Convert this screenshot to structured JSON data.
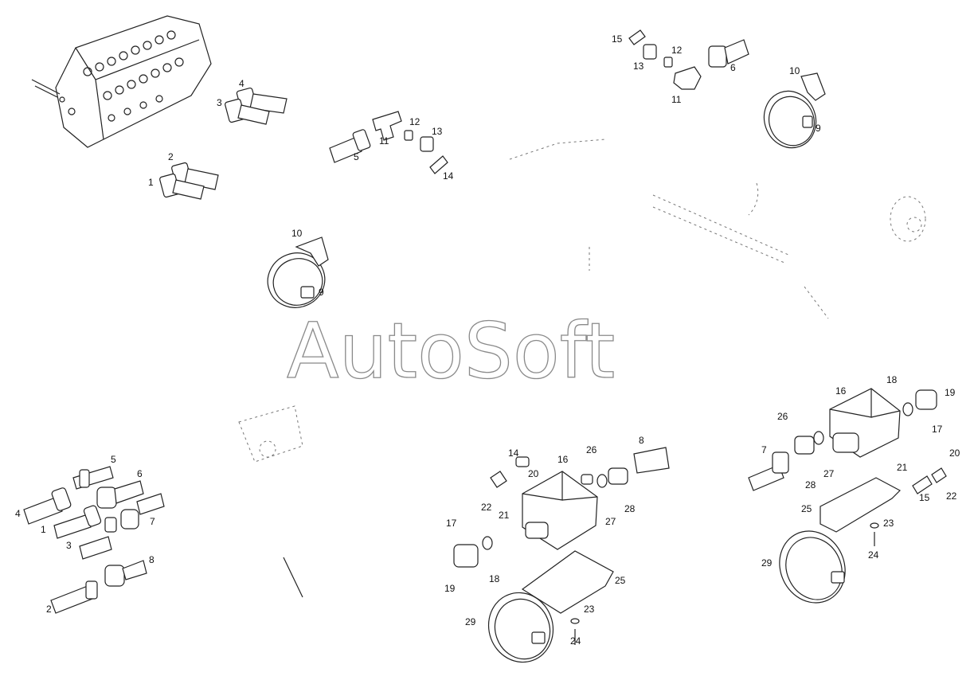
{
  "watermark": "AutoSoft",
  "callouts": [
    {
      "id": "c-tl-4",
      "text": "4"
    },
    {
      "id": "c-tl-3",
      "text": "3"
    },
    {
      "id": "c-tl-2",
      "text": "2"
    },
    {
      "id": "c-tl-1",
      "text": "1"
    },
    {
      "id": "c-tc-5",
      "text": "5"
    },
    {
      "id": "c-tc-11",
      "text": "11"
    },
    {
      "id": "c-tc-12",
      "text": "12"
    },
    {
      "id": "c-tc-13",
      "text": "13"
    },
    {
      "id": "c-tc-14",
      "text": "14"
    },
    {
      "id": "c-tr-15",
      "text": "15"
    },
    {
      "id": "c-tr-12",
      "text": "12"
    },
    {
      "id": "c-tr-13",
      "text": "13"
    },
    {
      "id": "c-tr-11",
      "text": "11"
    },
    {
      "id": "c-tr-6",
      "text": "6"
    },
    {
      "id": "c-tr-10",
      "text": "10"
    },
    {
      "id": "c-tr-9",
      "text": "9"
    },
    {
      "id": "c-ml-10",
      "text": "10"
    },
    {
      "id": "c-ml-9",
      "text": "9"
    },
    {
      "id": "c-bl-5",
      "text": "5"
    },
    {
      "id": "c-bl-6",
      "text": "6"
    },
    {
      "id": "c-bl-4",
      "text": "4"
    },
    {
      "id": "c-bl-1",
      "text": "1"
    },
    {
      "id": "c-bl-7",
      "text": "7"
    },
    {
      "id": "c-bl-3",
      "text": "3"
    },
    {
      "id": "c-bl-8",
      "text": "8"
    },
    {
      "id": "c-bl-2",
      "text": "2"
    },
    {
      "id": "c-bc-14",
      "text": "14"
    },
    {
      "id": "c-bc-16",
      "text": "16"
    },
    {
      "id": "c-bc-26",
      "text": "26"
    },
    {
      "id": "c-bc-8",
      "text": "8"
    },
    {
      "id": "c-bc-20",
      "text": "20"
    },
    {
      "id": "c-bc-22",
      "text": "22"
    },
    {
      "id": "c-bc-21",
      "text": "21"
    },
    {
      "id": "c-bc-28",
      "text": "28"
    },
    {
      "id": "c-bc-27",
      "text": "27"
    },
    {
      "id": "c-bc-17",
      "text": "17"
    },
    {
      "id": "c-bc-18",
      "text": "18"
    },
    {
      "id": "c-bc-25",
      "text": "25"
    },
    {
      "id": "c-bc-19",
      "text": "19"
    },
    {
      "id": "c-bc-29",
      "text": "29"
    },
    {
      "id": "c-bc-23",
      "text": "23"
    },
    {
      "id": "c-bc-24",
      "text": "24"
    },
    {
      "id": "c-br-18",
      "text": "18"
    },
    {
      "id": "c-br-16",
      "text": "16"
    },
    {
      "id": "c-br-19",
      "text": "19"
    },
    {
      "id": "c-br-26",
      "text": "26"
    },
    {
      "id": "c-br-17",
      "text": "17"
    },
    {
      "id": "c-br-7",
      "text": "7"
    },
    {
      "id": "c-br-21",
      "text": "21"
    },
    {
      "id": "c-br-20",
      "text": "20"
    },
    {
      "id": "c-br-28",
      "text": "28"
    },
    {
      "id": "c-br-27",
      "text": "27"
    },
    {
      "id": "c-br-15",
      "text": "15"
    },
    {
      "id": "c-br-22",
      "text": "22"
    },
    {
      "id": "c-br-25",
      "text": "25"
    },
    {
      "id": "c-br-23",
      "text": "23"
    },
    {
      "id": "c-br-24",
      "text": "24"
    },
    {
      "id": "c-br-29",
      "text": "29"
    }
  ]
}
